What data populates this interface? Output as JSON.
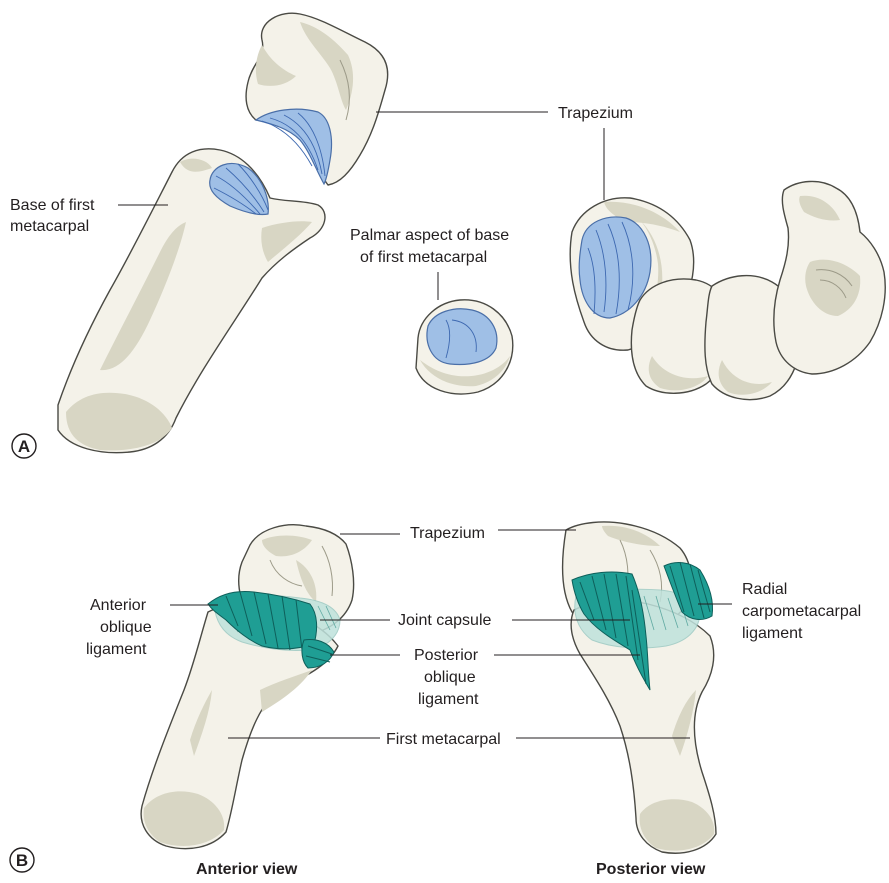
{
  "panel_a": {
    "letter": "A",
    "labels": {
      "trapezium": "Trapezium",
      "base_first_mc_line1": "Base of first",
      "base_first_mc_line2": "metacarpal",
      "palmar_line1": "Palmar aspect of base",
      "palmar_line2": "of first metacarpal"
    }
  },
  "panel_b": {
    "letter": "B",
    "labels": {
      "trapezium": "Trapezium",
      "anterior_oblique_line1": "Anterior",
      "anterior_oblique_line2": "oblique",
      "anterior_oblique_line3": "ligament",
      "joint_capsule": "Joint capsule",
      "posterior_oblique_line1": "Posterior",
      "posterior_oblique_line2": "oblique",
      "posterior_oblique_line3": "ligament",
      "first_metacarpal": "First metacarpal",
      "radial_cmc_line1": "Radial",
      "radial_cmc_line2": "carpometacarpal",
      "radial_cmc_line3": "ligament",
      "anterior_view": "Anterior view",
      "posterior_view": "Posterior view"
    }
  },
  "colors": {
    "bone_fill": "#f4f2e9",
    "bone_shade": "#d8d6c4",
    "articular_facet": "#9fbfe6",
    "ligament": "#1f9e94",
    "joint_capsule": "#bfe2dc"
  }
}
